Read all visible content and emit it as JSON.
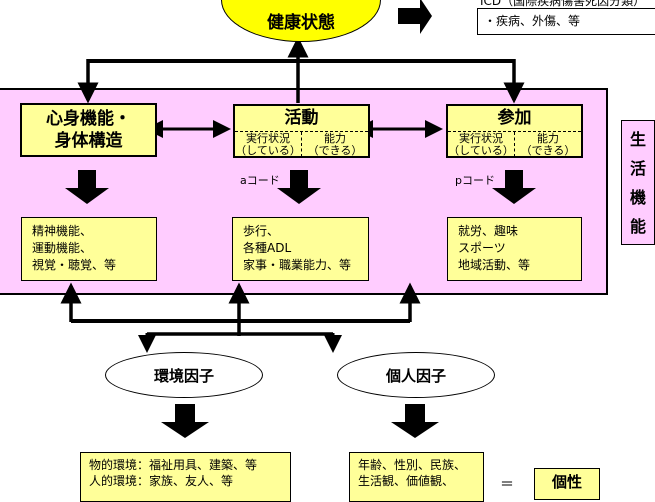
{
  "health_condition": {
    "label": "健康状態"
  },
  "icd_box": {
    "header": "ICD（国際疾病傷害死因分類）",
    "items": "・疾病、外傷、等"
  },
  "functioning_label": {
    "chars": [
      "生",
      "活",
      "機",
      "能"
    ]
  },
  "components": {
    "body": {
      "title_line1": "心身機能・",
      "title_line2": "身体構造"
    },
    "activity": {
      "title": "活動",
      "performance": "実行状況",
      "performance_sub": "（している）",
      "capacity": "能力",
      "capacity_sub": "（できる）",
      "code": "aコード"
    },
    "participation": {
      "title": "参加",
      "performance": "実行状況",
      "performance_sub": "（している）",
      "capacity": "能力",
      "capacity_sub": "（できる）",
      "code": "pコード"
    }
  },
  "examples": {
    "body": [
      "精神機能、",
      "運動機能、",
      "視覚・聴覚、等"
    ],
    "activity": [
      "歩行、",
      "各種ADL",
      "家事・職業能力、等"
    ],
    "participation": [
      "就労、趣味",
      "スポーツ",
      "地域活動、等"
    ]
  },
  "contextual_factors": {
    "environmental": {
      "label": "環境因子",
      "items": [
        "物的環境：福祉用具、建築、等",
        "人的環境：家族、友人、等"
      ]
    },
    "personal": {
      "label": "個人因子",
      "items": [
        "年齢、性別、民族、",
        "生活観、価値観、"
      ]
    }
  },
  "equals": "＝",
  "individuality": "個性",
  "colors": {
    "pink": "#ffccff",
    "yellow_box": "#ffff99",
    "ellipse_yellow": "#ffff00"
  }
}
